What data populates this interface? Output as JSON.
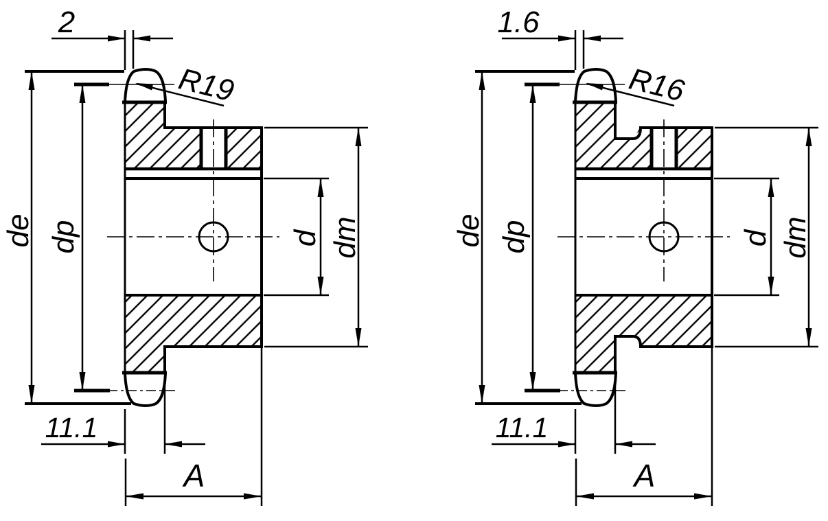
{
  "drawing": {
    "title": "Sprocket cross-section dimension drawing, two variants",
    "background": "#ffffff",
    "line_color": "#000000",
    "views": {
      "left": {
        "name": "left sprocket section",
        "labels": {
          "tooth_tip_width": "2",
          "tooth_flank_radius": "R19",
          "outer_diameter": "de",
          "pitch_diameter": "dp",
          "bore_diameter": "d",
          "hub_diameter": "dm",
          "plate_width": "11.1",
          "hub_length": "A"
        }
      },
      "right": {
        "name": "right sprocket section",
        "labels": {
          "tooth_tip_width": "1.6",
          "tooth_flank_radius": "R16",
          "outer_diameter": "de",
          "pitch_diameter": "dp",
          "bore_diameter": "d",
          "hub_diameter": "dm",
          "plate_width": "11.1",
          "hub_length": "A"
        }
      }
    }
  }
}
